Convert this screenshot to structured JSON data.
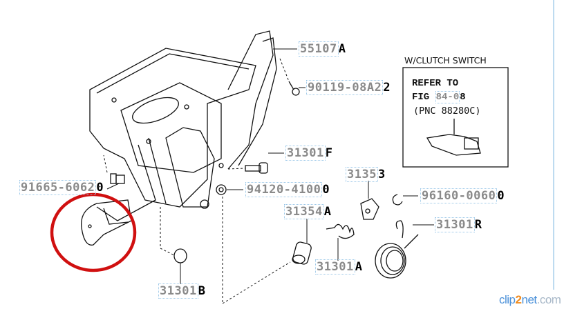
{
  "diagram": {
    "part_labels": [
      {
        "id": "55107",
        "grey": "55107",
        "tail": "A"
      },
      {
        "id": "90119",
        "grey": "90119-08A2",
        "tail": "2"
      },
      {
        "id": "31301f",
        "grey": "31301",
        "tail": "F"
      },
      {
        "id": "91665",
        "grey": "91665-6062",
        "tail": "0"
      },
      {
        "id": "94120",
        "grey": "94120-4100",
        "tail": "0"
      },
      {
        "id": "31353",
        "grey": "3135",
        "tail": "3"
      },
      {
        "id": "96160",
        "grey": "96160-0060",
        "tail": "0"
      },
      {
        "id": "31354a",
        "grey": "31354",
        "tail": "A"
      },
      {
        "id": "31301r",
        "grey": "31301",
        "tail": "R"
      },
      {
        "id": "31301a",
        "grey": "31301",
        "tail": "A"
      },
      {
        "id": "31301b",
        "grey": "31301",
        "tail": "B"
      }
    ],
    "inset": {
      "title": "W/CLUTCH SWITCH",
      "refer_line1": "REFER TO",
      "fig_prefix": "FIG ",
      "fig_grey": "84-0",
      "fig_tail": "8",
      "pnc": "(PNC 88280C)"
    },
    "highlight_color": "#d01010"
  },
  "watermark": {
    "a": "clip",
    "b": "2",
    "c": "net",
    ".com": ".com"
  }
}
